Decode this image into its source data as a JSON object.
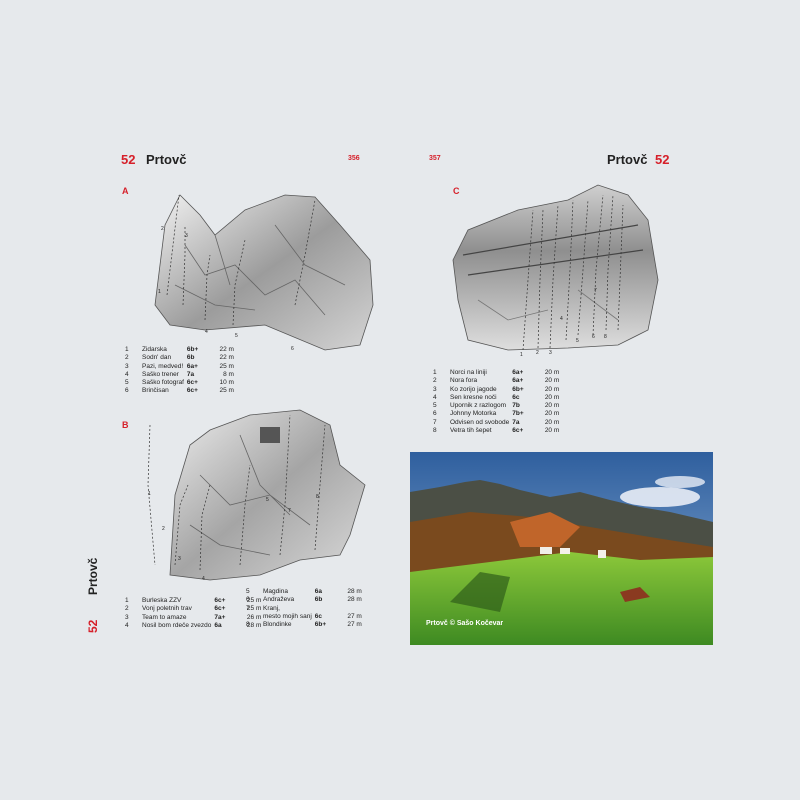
{
  "left_page": {
    "section_number": "52",
    "title": "Prtovč",
    "page_number": "356",
    "side_tab_title": "Prtovč",
    "side_tab_number": "52",
    "sector_a": {
      "label": "A",
      "routes": [
        {
          "n": "1",
          "name": "Zidarska",
          "grade": "6b+",
          "length": "22 m"
        },
        {
          "n": "2",
          "name": "Sodn' dan",
          "grade": "6b",
          "length": "22 m"
        },
        {
          "n": "3",
          "name": "Pazi, medved!",
          "grade": "6a+",
          "length": "25 m"
        },
        {
          "n": "4",
          "name": "Saško trener",
          "grade": "7a",
          "length": "8 m"
        },
        {
          "n": "5",
          "name": "Saško fotograf",
          "grade": "6c+",
          "length": "10 m"
        },
        {
          "n": "6",
          "name": "Brinčisan",
          "grade": "6c+",
          "length": "25 m"
        }
      ]
    },
    "sector_b": {
      "label": "B",
      "routes_col1": [
        {
          "n": "1",
          "name": "Burleska ZZV",
          "grade": "6c+",
          "length": "25 m"
        },
        {
          "n": "2",
          "name": "Vonj poletnih trav",
          "grade": "6c+",
          "length": "25 m"
        },
        {
          "n": "3",
          "name": "Team to amaze",
          "grade": "7a+",
          "length": "26 m"
        },
        {
          "n": "4",
          "name": "Nosil bom rdeče zvezdo",
          "grade": "6a",
          "length": "28 m"
        }
      ],
      "routes_col2": [
        {
          "n": "5",
          "name": "Magdina",
          "grade": "6a",
          "length": "28 m"
        },
        {
          "n": "6",
          "name": "Andraževa",
          "grade": "6b",
          "length": "28 m"
        },
        {
          "n": "7",
          "name": "Kranj,",
          "grade": "",
          "length": ""
        },
        {
          "n": "",
          "name": "mesto mojih sanj",
          "grade": "6c",
          "length": "27 m"
        },
        {
          "n": "8",
          "name": "Blondinke",
          "grade": "6b+",
          "length": "27 m"
        }
      ]
    }
  },
  "right_page": {
    "section_number": "52",
    "title": "Prtovč",
    "page_number": "357",
    "sector_c": {
      "label": "C",
      "routes": [
        {
          "n": "1",
          "name": "Norci na liniji",
          "grade": "6a+",
          "length": "20 m"
        },
        {
          "n": "2",
          "name": "Nora fora",
          "grade": "6a+",
          "length": "20 m"
        },
        {
          "n": "3",
          "name": "Ko zorijo jagode",
          "grade": "6b+",
          "length": "20 m"
        },
        {
          "n": "4",
          "name": "Sen kresne noči",
          "grade": "6c",
          "length": "20 m"
        },
        {
          "n": "5",
          "name": "Upornik z razlogom",
          "grade": "7b",
          "length": "20 m"
        },
        {
          "n": "6",
          "name": "Johnny Motorka",
          "grade": "7b+",
          "length": "20 m"
        },
        {
          "n": "7",
          "name": "Odvisen od svobode",
          "grade": "7a",
          "length": "20 m"
        },
        {
          "n": "8",
          "name": "Vetra tih šepet",
          "grade": "6c+",
          "length": "20 m"
        }
      ]
    },
    "photo_credit": "Prtovč © Sašo Kočevar"
  },
  "colors": {
    "accent": "#d6202a",
    "background": "#e6e9ec"
  }
}
